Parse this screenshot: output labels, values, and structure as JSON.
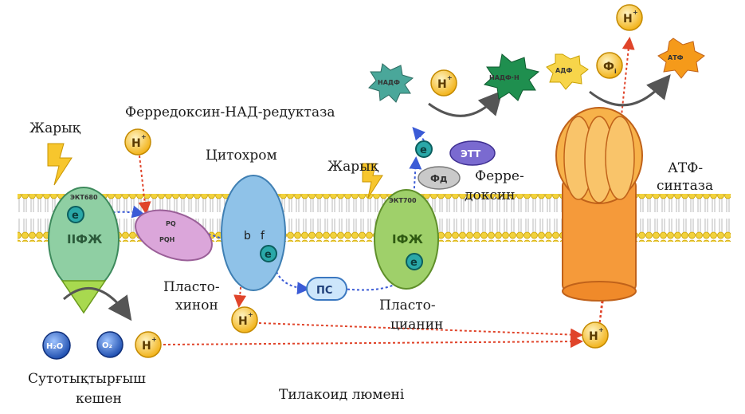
{
  "labels": {
    "light_left": "Жарық",
    "light_right": "Жарық",
    "ferredoxin_nad_reductase": "Ферредоксин-НАД-редуктаза",
    "cytochrome": "Цитохром",
    "ferredoxin_1": "Ферре-",
    "ferredoxin_2": "доксин",
    "atp_synthase_1": "АТФ-",
    "atp_synthase_2": "синтаза",
    "plastoquinone_1": "Пласто-",
    "plastoquinone_2": "хинон",
    "plastocyanin_1": "Пласто-",
    "plastocyanin_2": "цианин",
    "water_complex_1": "Сутотықтырғыш",
    "water_complex_2": "кешен",
    "lumen": "Тилакоид люмені"
  },
  "molecules": {
    "h_plus": "H",
    "plus": "+",
    "electron": "e",
    "nadp": "НАДФ",
    "nadph": "НАДФ·Н",
    "adp": "АДФ",
    "phosphate": "Ф",
    "phosphate_sub": "i",
    "atp": "АТФ",
    "ett": "ЭТТ",
    "fd": "Фд",
    "pc": "ПС",
    "pq": "PQ",
    "pqh": "PQH",
    "bf_b": "b",
    "bf_f": "f",
    "h2o": "H₂O",
    "o2": "O₂"
  },
  "complexes": {
    "psii": "IIФЖ",
    "psi": "IФЖ",
    "p680": "ЭКТ680",
    "p700": "ЭКТ700"
  },
  "colors": {
    "membrane": "#f2d23c",
    "membrane_edge": "#c9a000",
    "psii": "#8fcfa3",
    "psi": "#9fd06a",
    "cytochrome": "#8fc2e8",
    "plastoquinone": "#dba6da",
    "atp_synthase": "#f59a3a",
    "ion": "#f7c645",
    "electron": "#2aa8a8",
    "proton_path": "#e0442a",
    "electron_path": "#3b5bd6"
  }
}
